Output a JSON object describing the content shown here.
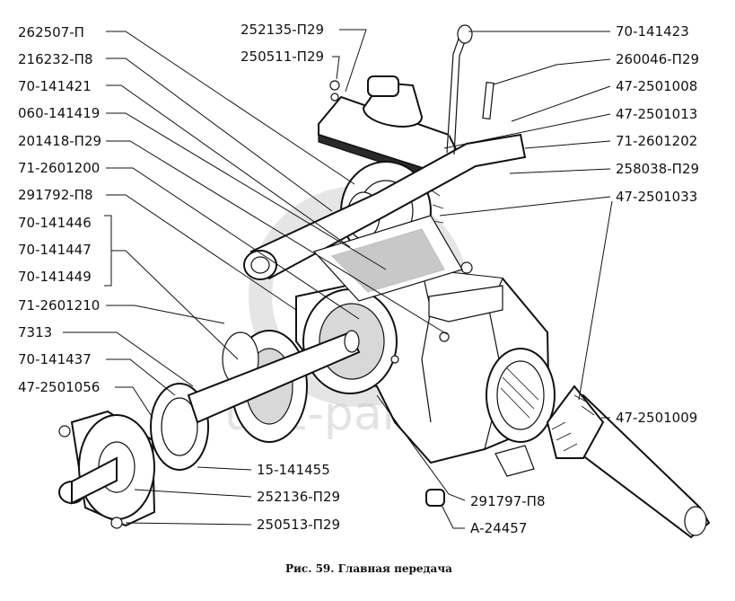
{
  "caption": "Рис. 59. Главная передача",
  "watermark": "uaz-parts",
  "callouts_left": [
    "262507-П",
    "216232-П8",
    "70-141421",
    "060-141419",
    "201418-П29",
    "71-2601200",
    "291792-П8",
    "70-141446",
    "70-141447",
    "70-141449",
    "71-2601210",
    "7313",
    "70-141437",
    "47-2501056"
  ],
  "callouts_top_center": [
    "252135-П29",
    "250511-П29"
  ],
  "callouts_right": [
    "70-141423",
    "260046-П29",
    "47-2501008",
    "47-2501013",
    "71-2601202",
    "258038-П29",
    "47-2501033",
    "47-2501009"
  ],
  "callouts_bottom": [
    "15-141455",
    "252136-П29",
    "250513-П29",
    "291797-П8",
    "А-24457"
  ]
}
